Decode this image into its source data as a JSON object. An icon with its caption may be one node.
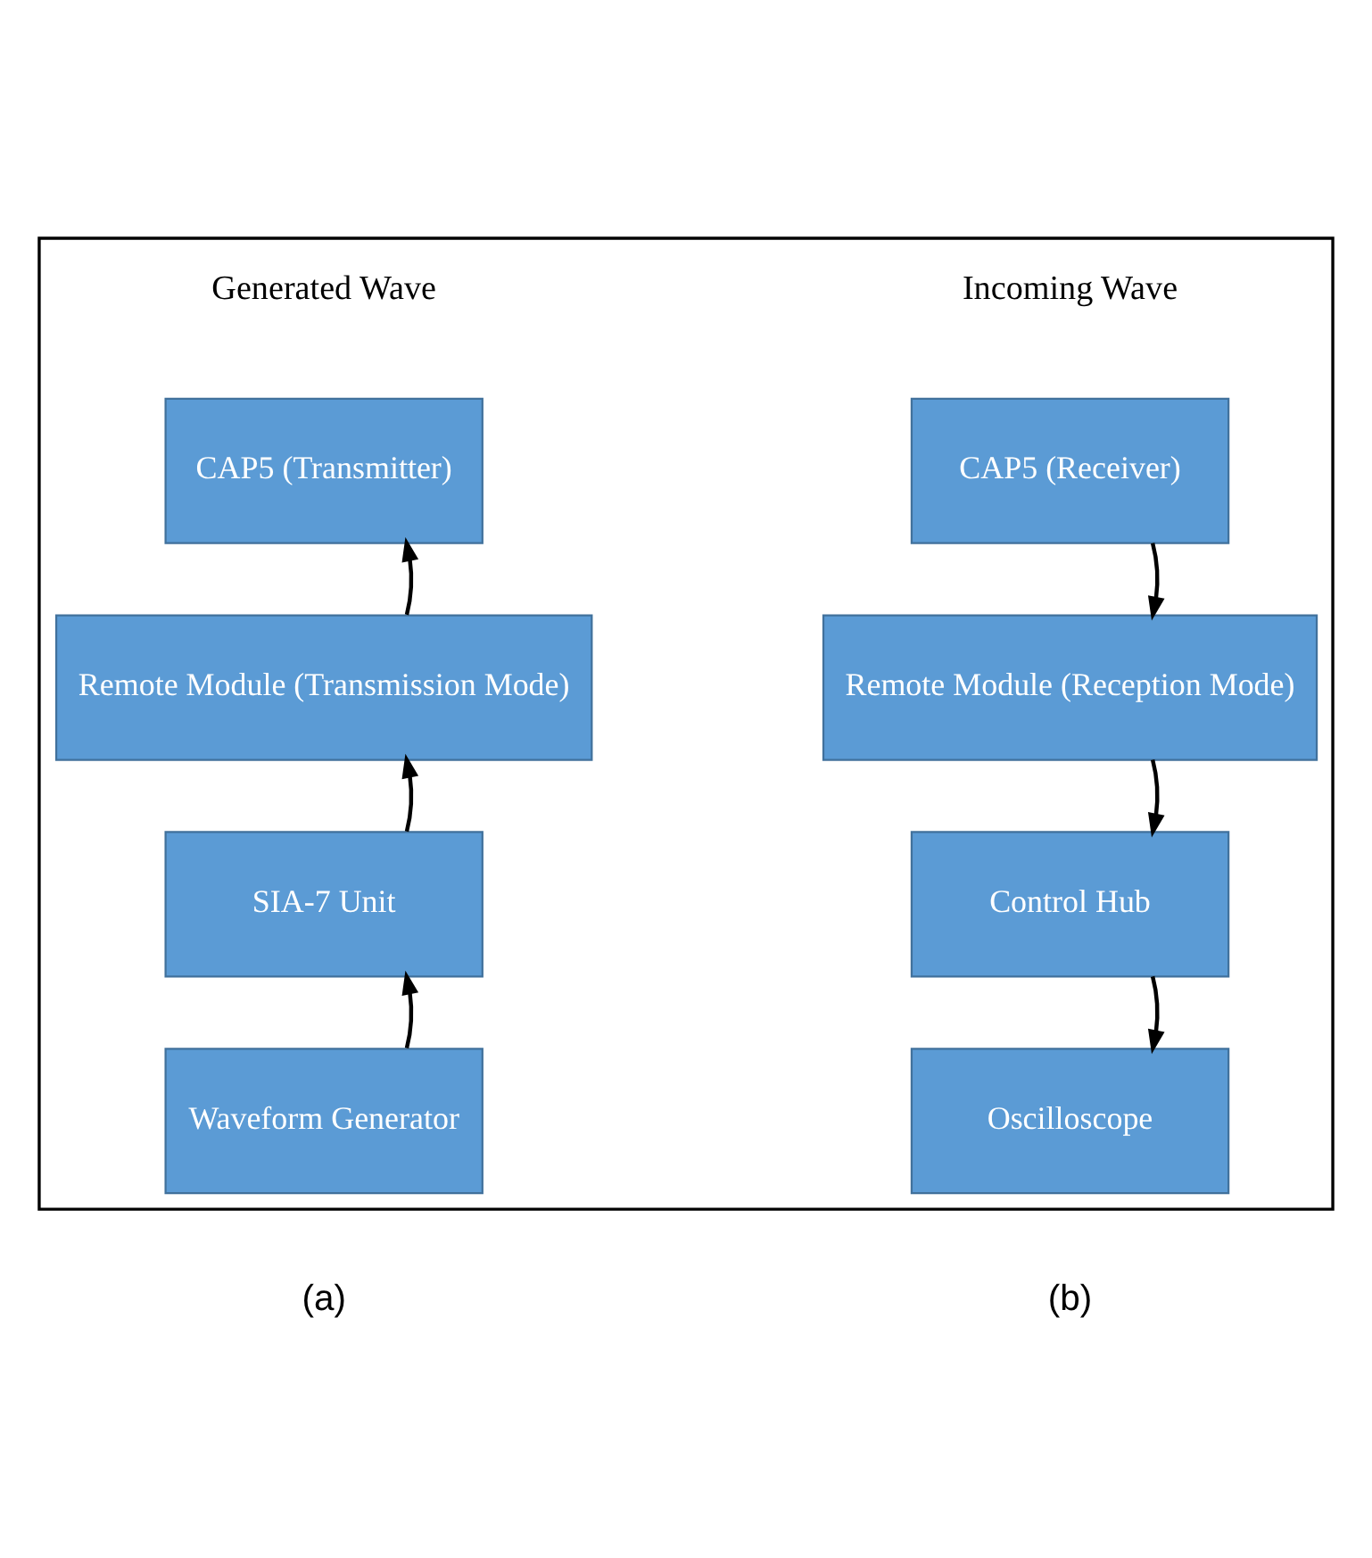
{
  "diagram": {
    "nodes": [
      {
        "text": [],
        "shape": "box"
      },
      {
        "text": [
          "Generated Wave"
        ],
        "in": 0
      },
      {
        "text": [
          "CAP5 (Transmitter)"
        ],
        "in": 0
      },
      {
        "text": [
          "Remote Module (Transmission Mode)"
        ],
        "in": 0
      },
      {
        "text": [
          "SIA-7 Unit"
        ],
        "in": 0
      },
      {
        "text": [
          "Waveform Generator"
        ],
        "in": 0
      },
      {
        "text": [
          "Incoming Wave"
        ],
        "in": 0
      },
      {
        "text": [
          "CAP5 (Receiver)"
        ],
        "in": 0
      },
      {
        "text": [
          "Remote Module (Reception Mode)"
        ],
        "in": 0
      },
      {
        "text": [
          "Control Hub"
        ],
        "in": 0
      },
      {
        "text": [
          "Oscilloscope"
        ],
        "in": 0
      }
    ],
    "edges": [
      {
        "from": 5,
        "to": 4,
        "arrow": "to"
      },
      {
        "from": 4,
        "to": 3,
        "arrow": "to"
      },
      {
        "from": 3,
        "to": 2,
        "arrow": "to"
      },
      {
        "from": 7,
        "to": 8,
        "arrow": "to"
      },
      {
        "from": 8,
        "to": 9,
        "arrow": "to"
      },
      {
        "from": 9,
        "to": 10,
        "arrow": "to"
      }
    ],
    "labels": [
      "(a)",
      "(b)"
    ]
  }
}
